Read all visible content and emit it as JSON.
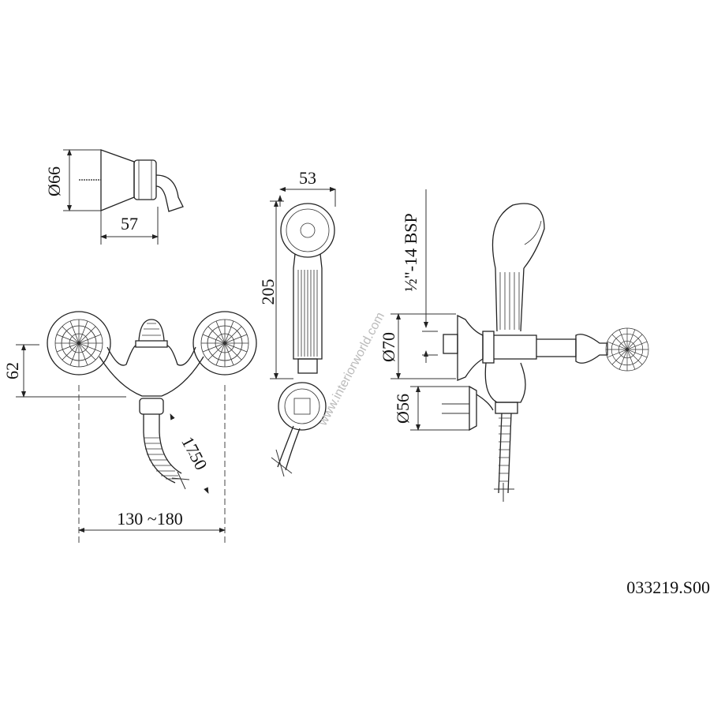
{
  "dimensions": {
    "bracket_diameter": "Ø66",
    "bracket_depth": "57",
    "handshower_width": "53",
    "handshower_length": "205",
    "thread": "½\"-14 BSP",
    "flange_diameter": "Ø70",
    "holder_diameter": "Ø56",
    "mixer_height": "62",
    "hose_length": "1750",
    "center_distance": "130 ~180"
  },
  "product_code": "033219.S00",
  "watermark": "www.interiorworld.com",
  "colors": {
    "line": "#222222",
    "background": "#ffffff"
  }
}
